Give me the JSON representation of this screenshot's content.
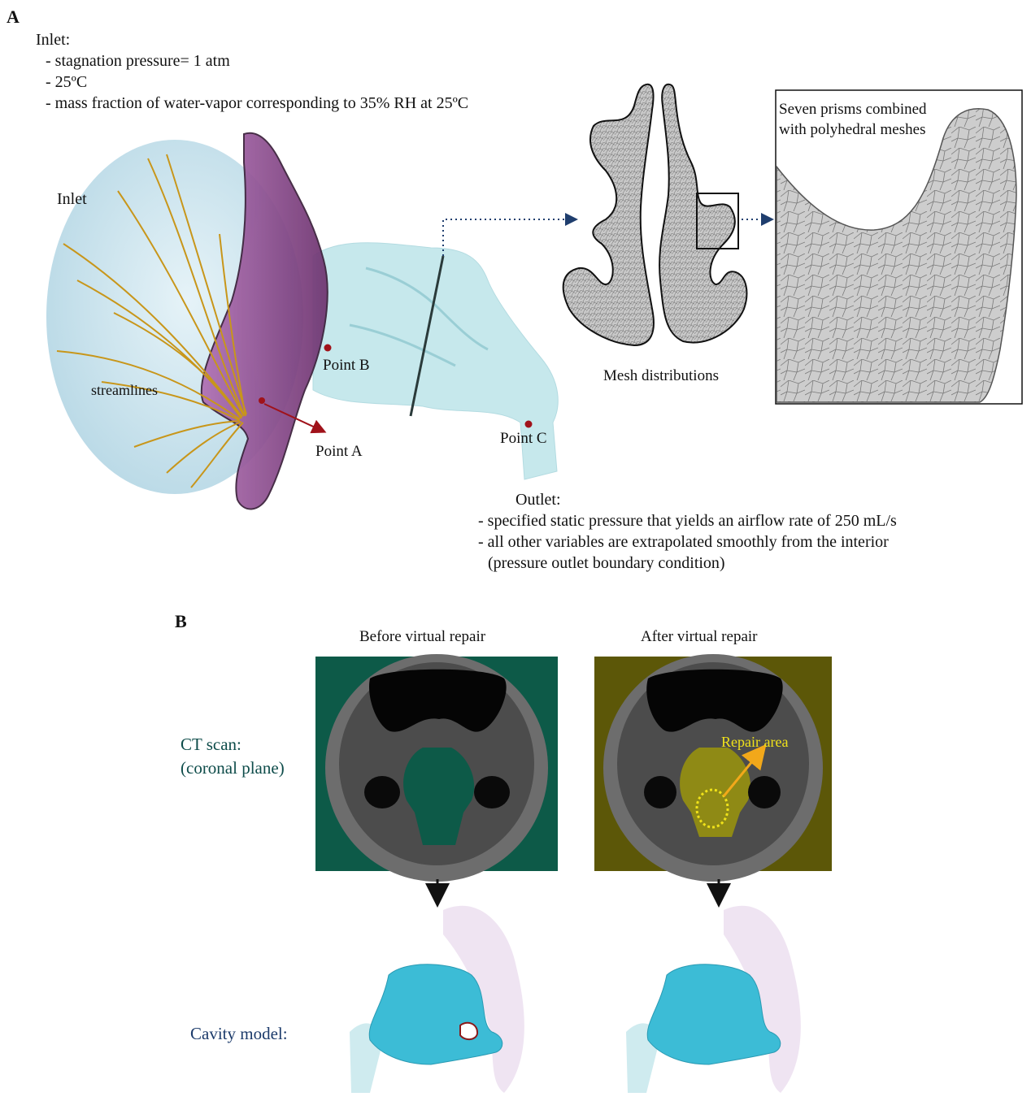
{
  "panelA": {
    "letter": "A",
    "inlet_conditions": {
      "heading": "Inlet:",
      "lines": [
        "- stagnation pressure= 1 atm",
        "- 25ºC",
        "- mass fraction of water-vapor corresponding to 35% RH at 25ºC"
      ]
    },
    "labels": {
      "inlet": "Inlet",
      "streamlines": "streamlines",
      "point_a": "Point A",
      "point_b": "Point B",
      "point_c": "Point C",
      "mesh_distributions": "Mesh distributions",
      "prism_note_line1": "Seven prisms combined",
      "prism_note_line2": "with polyhedral meshes"
    },
    "outlet_conditions": {
      "heading": "Outlet:",
      "lines": [
        "- specified static pressure that yields an airflow rate of 250 mL/s",
        "- all other variables are extrapolated smoothly from the interior",
        "(pressure outlet boundary condition)"
      ]
    }
  },
  "panelB": {
    "letter": "B",
    "before_title": "Before virtual repair",
    "after_title": "After virtual repair",
    "ct_label_line1": "CT scan:",
    "ct_label_line2": "(coronal plane)",
    "repair_area": "Repair area",
    "cavity_label": "Cavity model:"
  },
  "colors": {
    "purple_face": "#8a4a8c",
    "inlet_sphere": "#cfe6ef",
    "nasal_cavity": "#a9dde3",
    "streamline": "#c8961a",
    "ct_green": "#0d5a48",
    "ct_yellow": "#5c5708",
    "cavity_blue": "#3cbcd6",
    "arrow_blue": "#1f3e6e",
    "point_red": "#a0121a",
    "label_navy": "#1c3b6b",
    "label_teal": "#0e4c4a",
    "repair_yellow": "#f0e21a"
  }
}
